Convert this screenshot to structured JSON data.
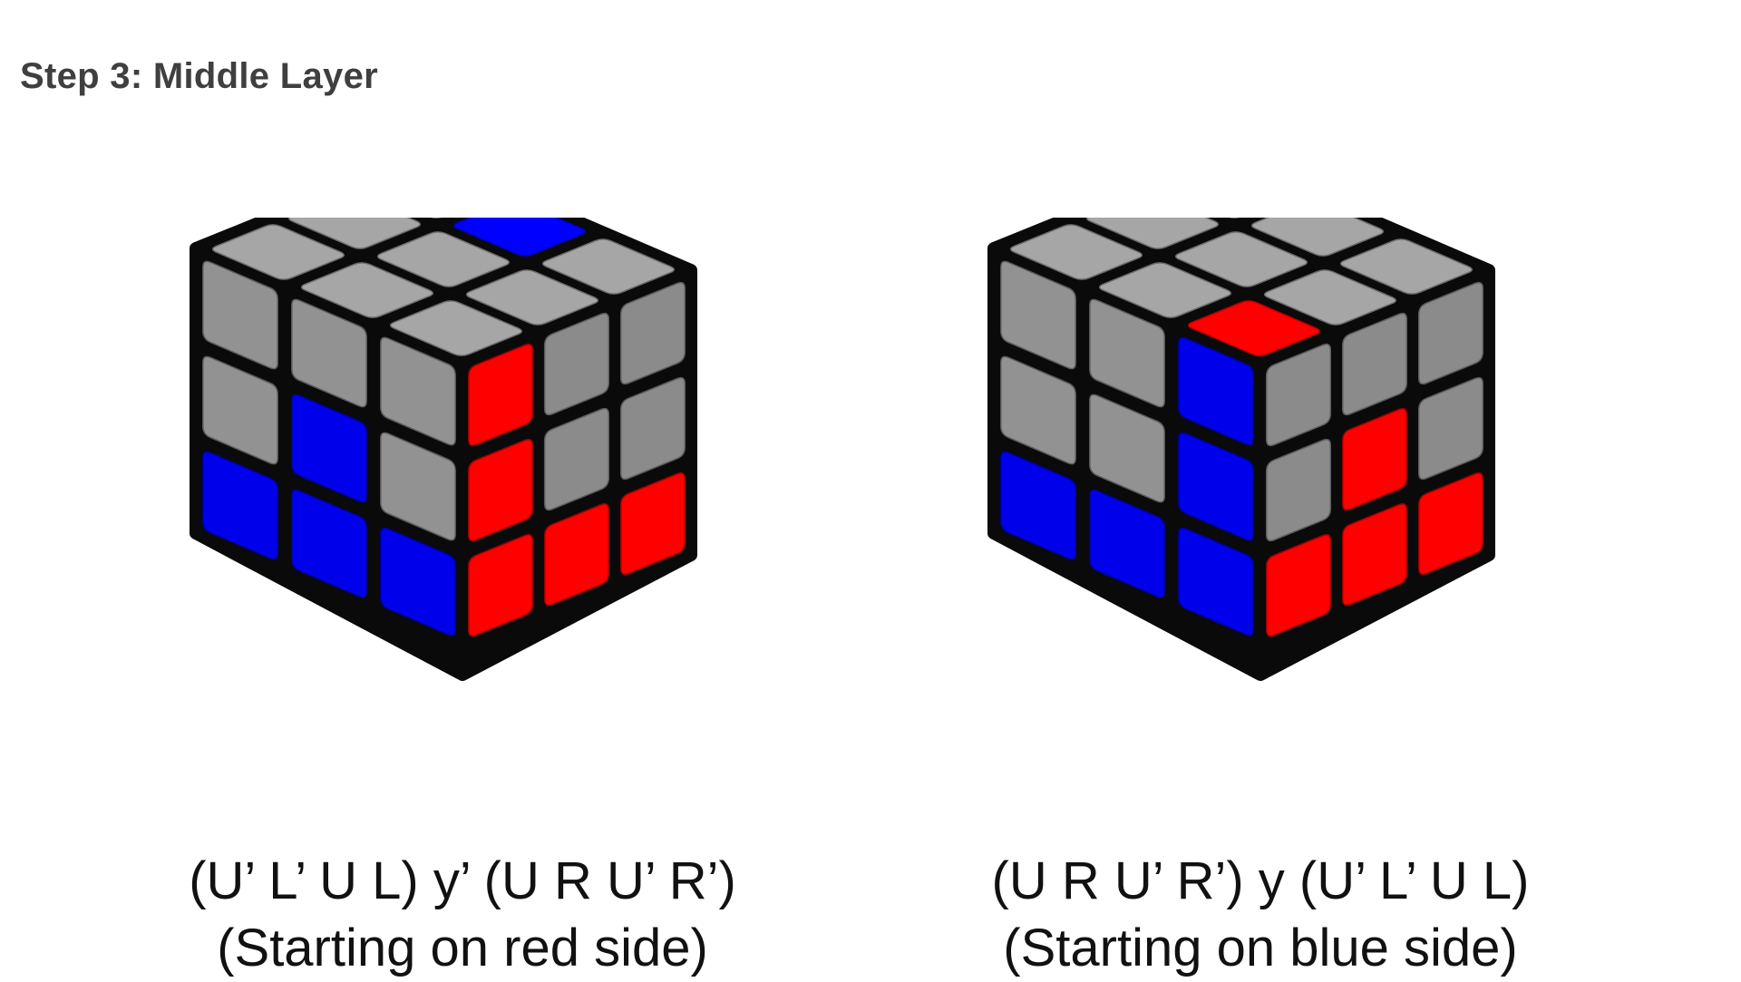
{
  "page": {
    "title": "Step 3: Middle Layer"
  },
  "colors": {
    "grey": "#9a9a9a",
    "red": "#ff0000",
    "blue": "#0000ff",
    "black": "#0a0a0a"
  },
  "figures": [
    {
      "id": "red-side",
      "algorithm": "(U’ L’ U L) y’ (U R U’ R’)",
      "note": "(Starting on red side)",
      "faces": {
        "top": [
          [
            "grey",
            "grey",
            "grey"
          ],
          [
            "grey",
            "grey",
            "blue"
          ],
          [
            "grey",
            "grey",
            "grey"
          ]
        ],
        "left": [
          [
            "grey",
            "grey",
            "grey"
          ],
          [
            "grey",
            "blue",
            "grey"
          ],
          [
            "blue",
            "blue",
            "blue"
          ]
        ],
        "right": [
          [
            "red",
            "grey",
            "grey"
          ],
          [
            "red",
            "grey",
            "grey"
          ],
          [
            "red",
            "red",
            "red"
          ]
        ]
      }
    },
    {
      "id": "blue-side",
      "algorithm": "(U R U’ R’) y (U’ L’ U L)",
      "note": "(Starting on blue side)",
      "faces": {
        "top": [
          [
            "grey",
            "grey",
            "grey"
          ],
          [
            "grey",
            "grey",
            "grey"
          ],
          [
            "red",
            "grey",
            "grey"
          ]
        ],
        "left": [
          [
            "grey",
            "grey",
            "blue"
          ],
          [
            "grey",
            "grey",
            "blue"
          ],
          [
            "blue",
            "blue",
            "blue"
          ]
        ],
        "right": [
          [
            "grey",
            "grey",
            "grey"
          ],
          [
            "grey",
            "red",
            "grey"
          ],
          [
            "red",
            "red",
            "red"
          ]
        ]
      }
    }
  ]
}
